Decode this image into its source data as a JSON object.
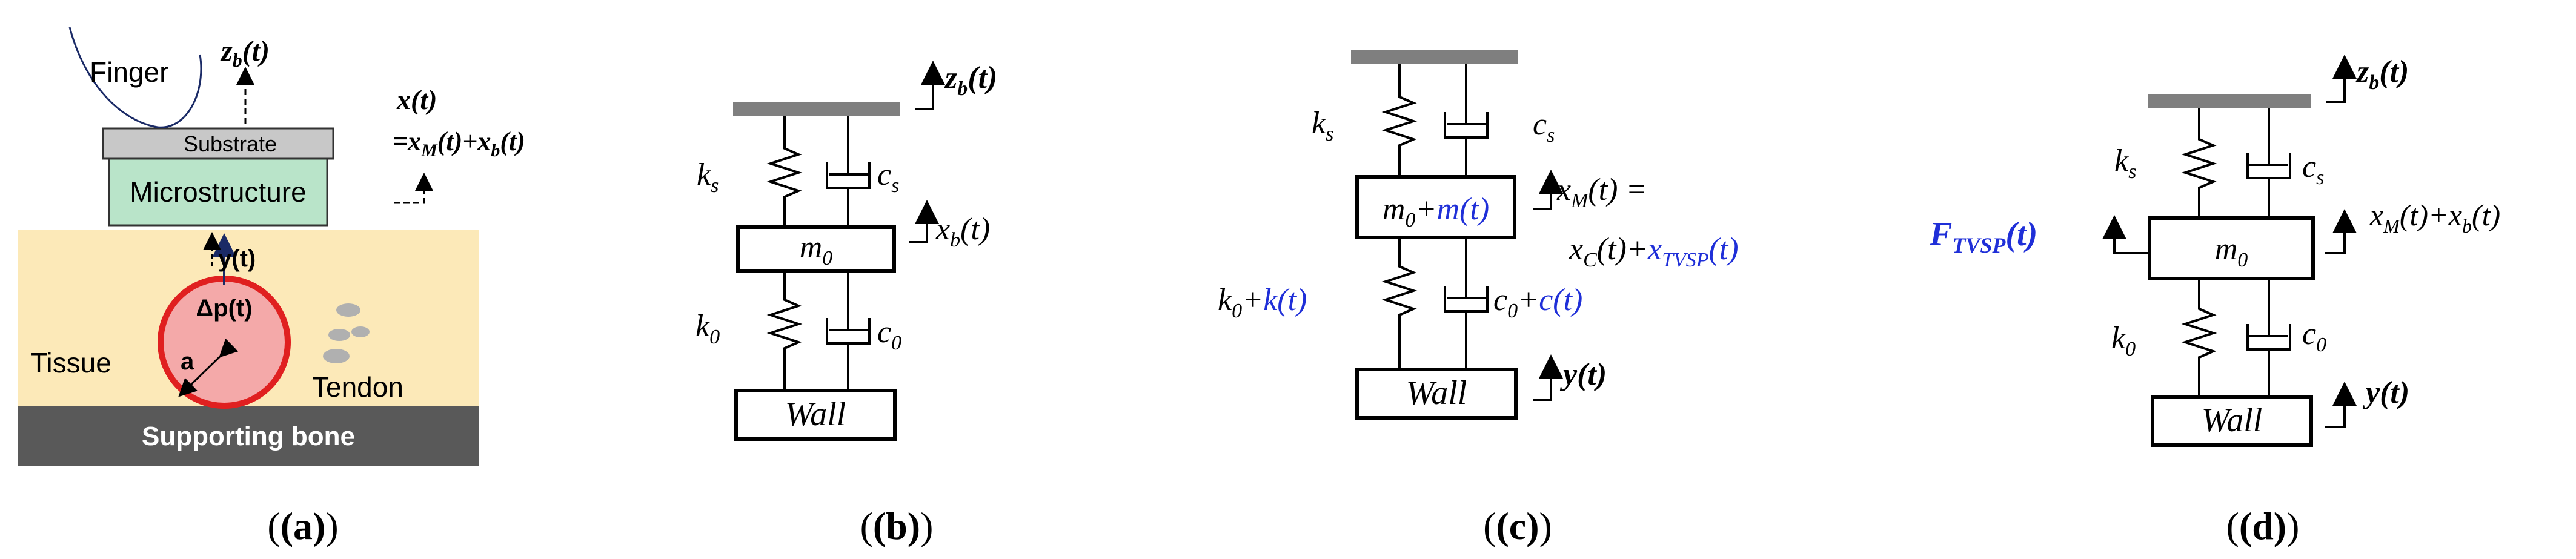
{
  "panel_a": {
    "finger": "Finger",
    "zb_main": "z",
    "zb_sub": "b",
    "zb_tail": "(t)",
    "substrate": "Substrate",
    "microstructure": "Microstructure",
    "xt": "x(t)",
    "xeq_pre": "=x",
    "xeq_sub1": "M",
    "xeq_mid": "(t)+x",
    "xeq_sub2": "b",
    "xeq_tail": "(t)",
    "tissue": "Tissue",
    "tendon": "Tendon",
    "yt": "y(t)",
    "dp": "Δp(t)",
    "a": "a",
    "bone": "Supporting bone",
    "label": "(a)"
  },
  "panel_b": {
    "zb_main": "z",
    "zb_sub": "b",
    "zb_tail": "(t)",
    "ks_main": "k",
    "ks_sub": "s",
    "cs_main": "c",
    "cs_sub": "s",
    "m0_main": "m",
    "m0_sub": "0",
    "xb_main": "x",
    "xb_sub": "b",
    "xb_tail": "(t)",
    "k0_main": "k",
    "k0_sub": "0",
    "c0_main": "c",
    "c0_sub": "0",
    "wall": "Wall",
    "label": "(b)"
  },
  "panel_c": {
    "ks_main": "k",
    "ks_sub": "s",
    "cs_main": "c",
    "cs_sub": "s",
    "mass_m": "m",
    "mass_sub": "0",
    "mass_plus": "+",
    "mass_blue": "m(t)",
    "xm_main": "x",
    "xm_sub": "M",
    "xm_tail": "(t) =",
    "xc_main": "x",
    "xc_sub": "C",
    "xc_tail": "(t)",
    "xc_plus": "+",
    "xt_main": "x",
    "xt_sub": "TVSP",
    "xt_tail": "(t)",
    "k0_main": "k",
    "k0_sub": "0",
    "k0_plus": "+",
    "k0_blue": "k(t)",
    "c0_main": "c",
    "c0_sub": "0",
    "c0_plus": "+",
    "c0_blue": "c(t)",
    "wall": "Wall",
    "yt": "y(t)",
    "label": "(c)"
  },
  "panel_d": {
    "zb_main": "z",
    "zb_sub": "b",
    "zb_tail": "(t)",
    "ks_main": "k",
    "ks_sub": "s",
    "cs_main": "c",
    "cs_sub": "s",
    "f_main": "F",
    "f_sub": "TVSP",
    "f_tail": "(t)",
    "m0_main": "m",
    "m0_sub": "0",
    "x_main": "x",
    "x_sub": "M",
    "x_mid": "(t)+x",
    "x_sub2": "b",
    "x_tail": "(t)",
    "k0_main": "k",
    "k0_sub": "0",
    "c0_main": "c",
    "c0_sub": "0",
    "wall": "Wall",
    "yt": "y(t)",
    "label": "(d)"
  },
  "colors": {
    "ink": "#000000",
    "blue": "#1f2fd8",
    "navy": "#1a2a66",
    "plate": "#7f7f7f",
    "tissue": "#fce9b8",
    "substrate": "#c8c8c8",
    "microstructure": "#b9e4c9",
    "bone": "#595959",
    "vessel_fill": "#f4a9a9",
    "vessel_edge": "#e02020",
    "tendon": "#b0b0b0"
  }
}
